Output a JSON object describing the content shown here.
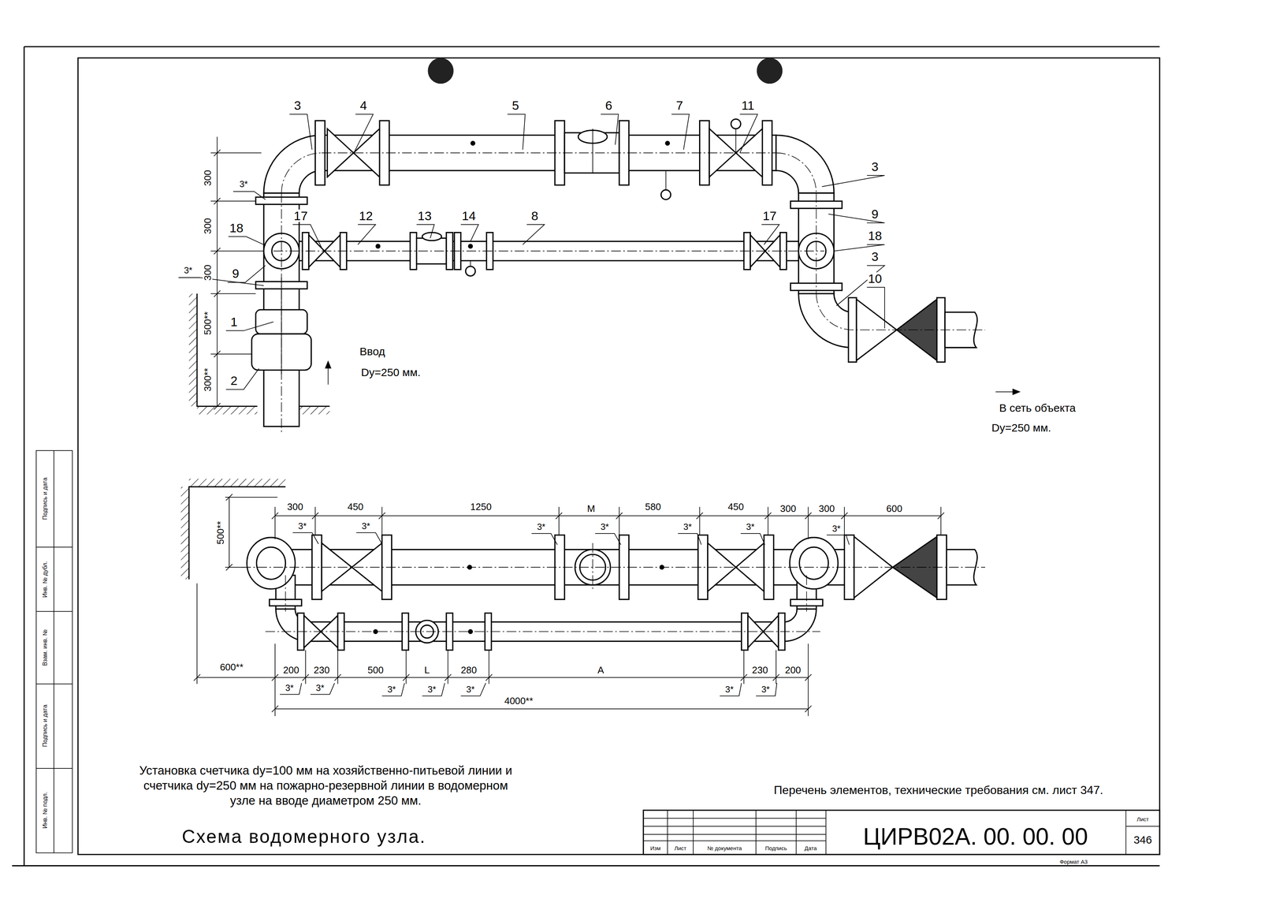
{
  "diagram": {
    "title": "Схема водомерного узла.",
    "caption": "Установка счетчика dy=100 мм на хозяйственно-питьевой линии и счетчика dy=250 мм на пожарно-резервной линии в водомерном узле на вводе диаметром 250 мм.",
    "labels": [
      "3",
      "4",
      "5",
      "6",
      "7",
      "11",
      "3",
      "9",
      "18",
      "3",
      "10",
      "18",
      "17",
      "12",
      "13",
      "14",
      "8",
      "17",
      "9",
      "1",
      "2",
      "3*",
      "3*",
      "300",
      "300",
      "300",
      "500**",
      "300**",
      "Ввод",
      "Dy=250 мм.",
      "В сеть объекта",
      "Dy=250 мм.",
      "300",
      "450",
      "1250",
      "M",
      "580",
      "450",
      "300",
      "300",
      "600",
      "3*",
      "3*",
      "3*",
      "3*",
      "3*",
      "3*",
      "3*",
      "500**",
      "600**",
      "200",
      "230",
      "500",
      "L",
      "280",
      "A",
      "230",
      "200",
      "3*",
      "3*",
      "3*",
      "3*",
      "3*",
      "3*",
      "3*",
      "4000**",
      "Перечень элементов, технические требования см. лист 347.",
      "Изм",
      "Лист",
      "№ документа",
      "Подпись",
      "Дата",
      "ЦИРВ02А. 00. 00. 00",
      "Лист",
      "346",
      "Формат А3",
      "Подпись и дата",
      "Инв. № дубл.",
      "Взам. инв. №",
      "Подпись и дата",
      "Инв. № подл."
    ]
  }
}
